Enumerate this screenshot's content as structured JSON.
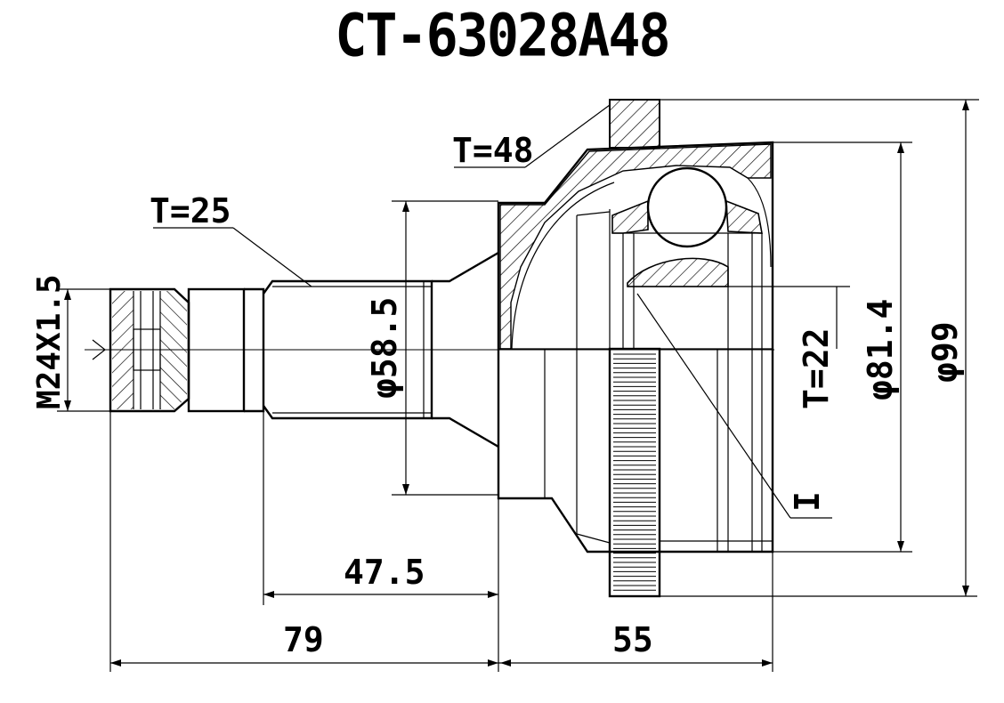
{
  "title": "CT-63028A48",
  "labels": {
    "t48": "T=48",
    "t25": "T=25",
    "t22": "T=22",
    "thread": "M24X1.5",
    "dia_58": "φ58.5",
    "dia_81": "φ81.4",
    "dia_99": "φ99",
    "len_47": "47.5",
    "len_79": "79",
    "len_55": "55",
    "clip": "I"
  }
}
